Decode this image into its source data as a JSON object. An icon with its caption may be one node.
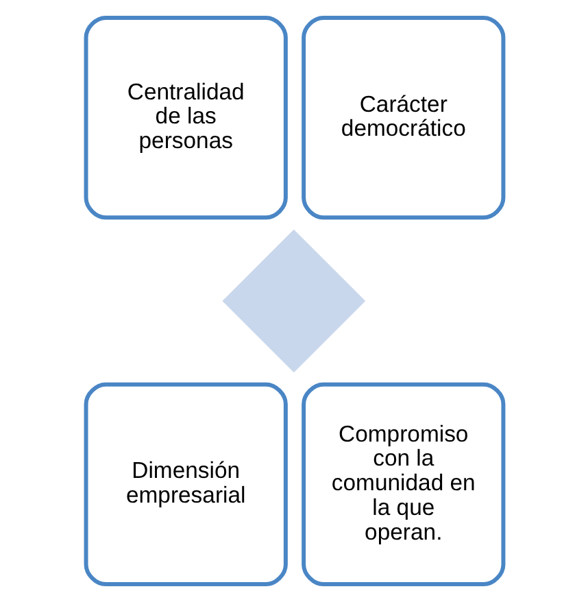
{
  "diagram": {
    "nodes": [
      {
        "text": [],
        "shape": "diamond"
      },
      {
        "text": [
          "Centralidad de las personas"
        ]
      },
      {
        "text": [
          "Carácter democrático"
        ]
      },
      {
        "text": [
          "Dimensión empresarial"
        ]
      },
      {
        "text": [
          "Compromiso con la comunidad en la que operan."
        ]
      }
    ]
  }
}
